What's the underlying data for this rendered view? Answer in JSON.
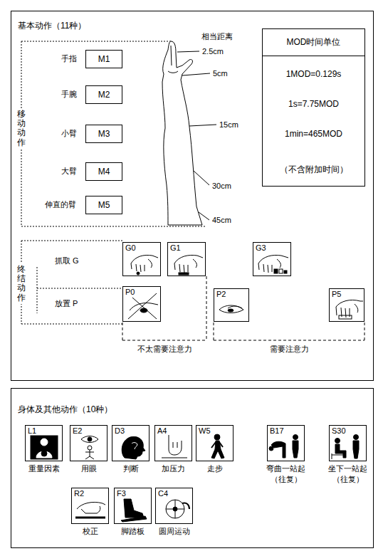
{
  "diagram": {
    "nodes": [
      {
        "text": [
          "基本动作（11种）"
        ]
      },
      {
        "text": [
          "M1"
        ],
        "in": 0
      },
      {
        "text": [
          "M2"
        ],
        "in": 0
      },
      {
        "text": [
          "M3"
        ],
        "in": 0
      },
      {
        "text": [
          "M4"
        ],
        "in": 0
      },
      {
        "text": [
          "M5"
        ],
        "in": 0
      },
      {
        "text": [
          "MOD时间单位",
          "1MOD=0.129s",
          "1s=7.75MOD",
          "1min=465MOD",
          "（不含附加时间）"
        ],
        "in": 0
      },
      {
        "text": [
          "G0"
        ],
        "in": 0
      },
      {
        "text": [
          "G1"
        ],
        "in": 0
      },
      {
        "text": [
          "G3"
        ],
        "in": 0
      },
      {
        "text": [
          "P0"
        ],
        "in": 0
      },
      {
        "text": [
          "P2"
        ],
        "in": 0
      },
      {
        "text": [
          "P5"
        ],
        "in": 0
      },
      {
        "text": [
          "身体及其他动作（10种）"
        ]
      },
      {
        "text": [
          "L1",
          "重量因素"
        ],
        "in": 13
      },
      {
        "text": [
          "E2",
          "用眼"
        ],
        "in": 13
      },
      {
        "text": [
          "D3",
          "判断"
        ],
        "in": 13
      },
      {
        "text": [
          "A4",
          "加压力"
        ],
        "in": 13
      },
      {
        "text": [
          "W5",
          "走步"
        ],
        "in": 13
      },
      {
        "text": [
          "B17",
          "弯曲一站起",
          "（往复）"
        ],
        "in": 13
      },
      {
        "text": [
          "S30",
          "坐下一站起",
          "（往复）"
        ],
        "in": 13
      },
      {
        "text": [
          "R2",
          "校正"
        ],
        "in": 13
      },
      {
        "text": [
          "F3",
          "脚踏板"
        ],
        "in": 13
      },
      {
        "text": [
          "C4",
          "圆周运动"
        ],
        "in": 13
      }
    ],
    "labels": [
      "相当距离",
      "手指",
      "手腕",
      "小臂",
      "大臂",
      "伸直的臂",
      "2.5cm",
      "5cm",
      "15cm",
      "30cm",
      "45cm",
      "移动动作",
      "终结动作",
      "抓取 G",
      "放置 P",
      "不太需要注意力",
      "需要注意力"
    ]
  }
}
